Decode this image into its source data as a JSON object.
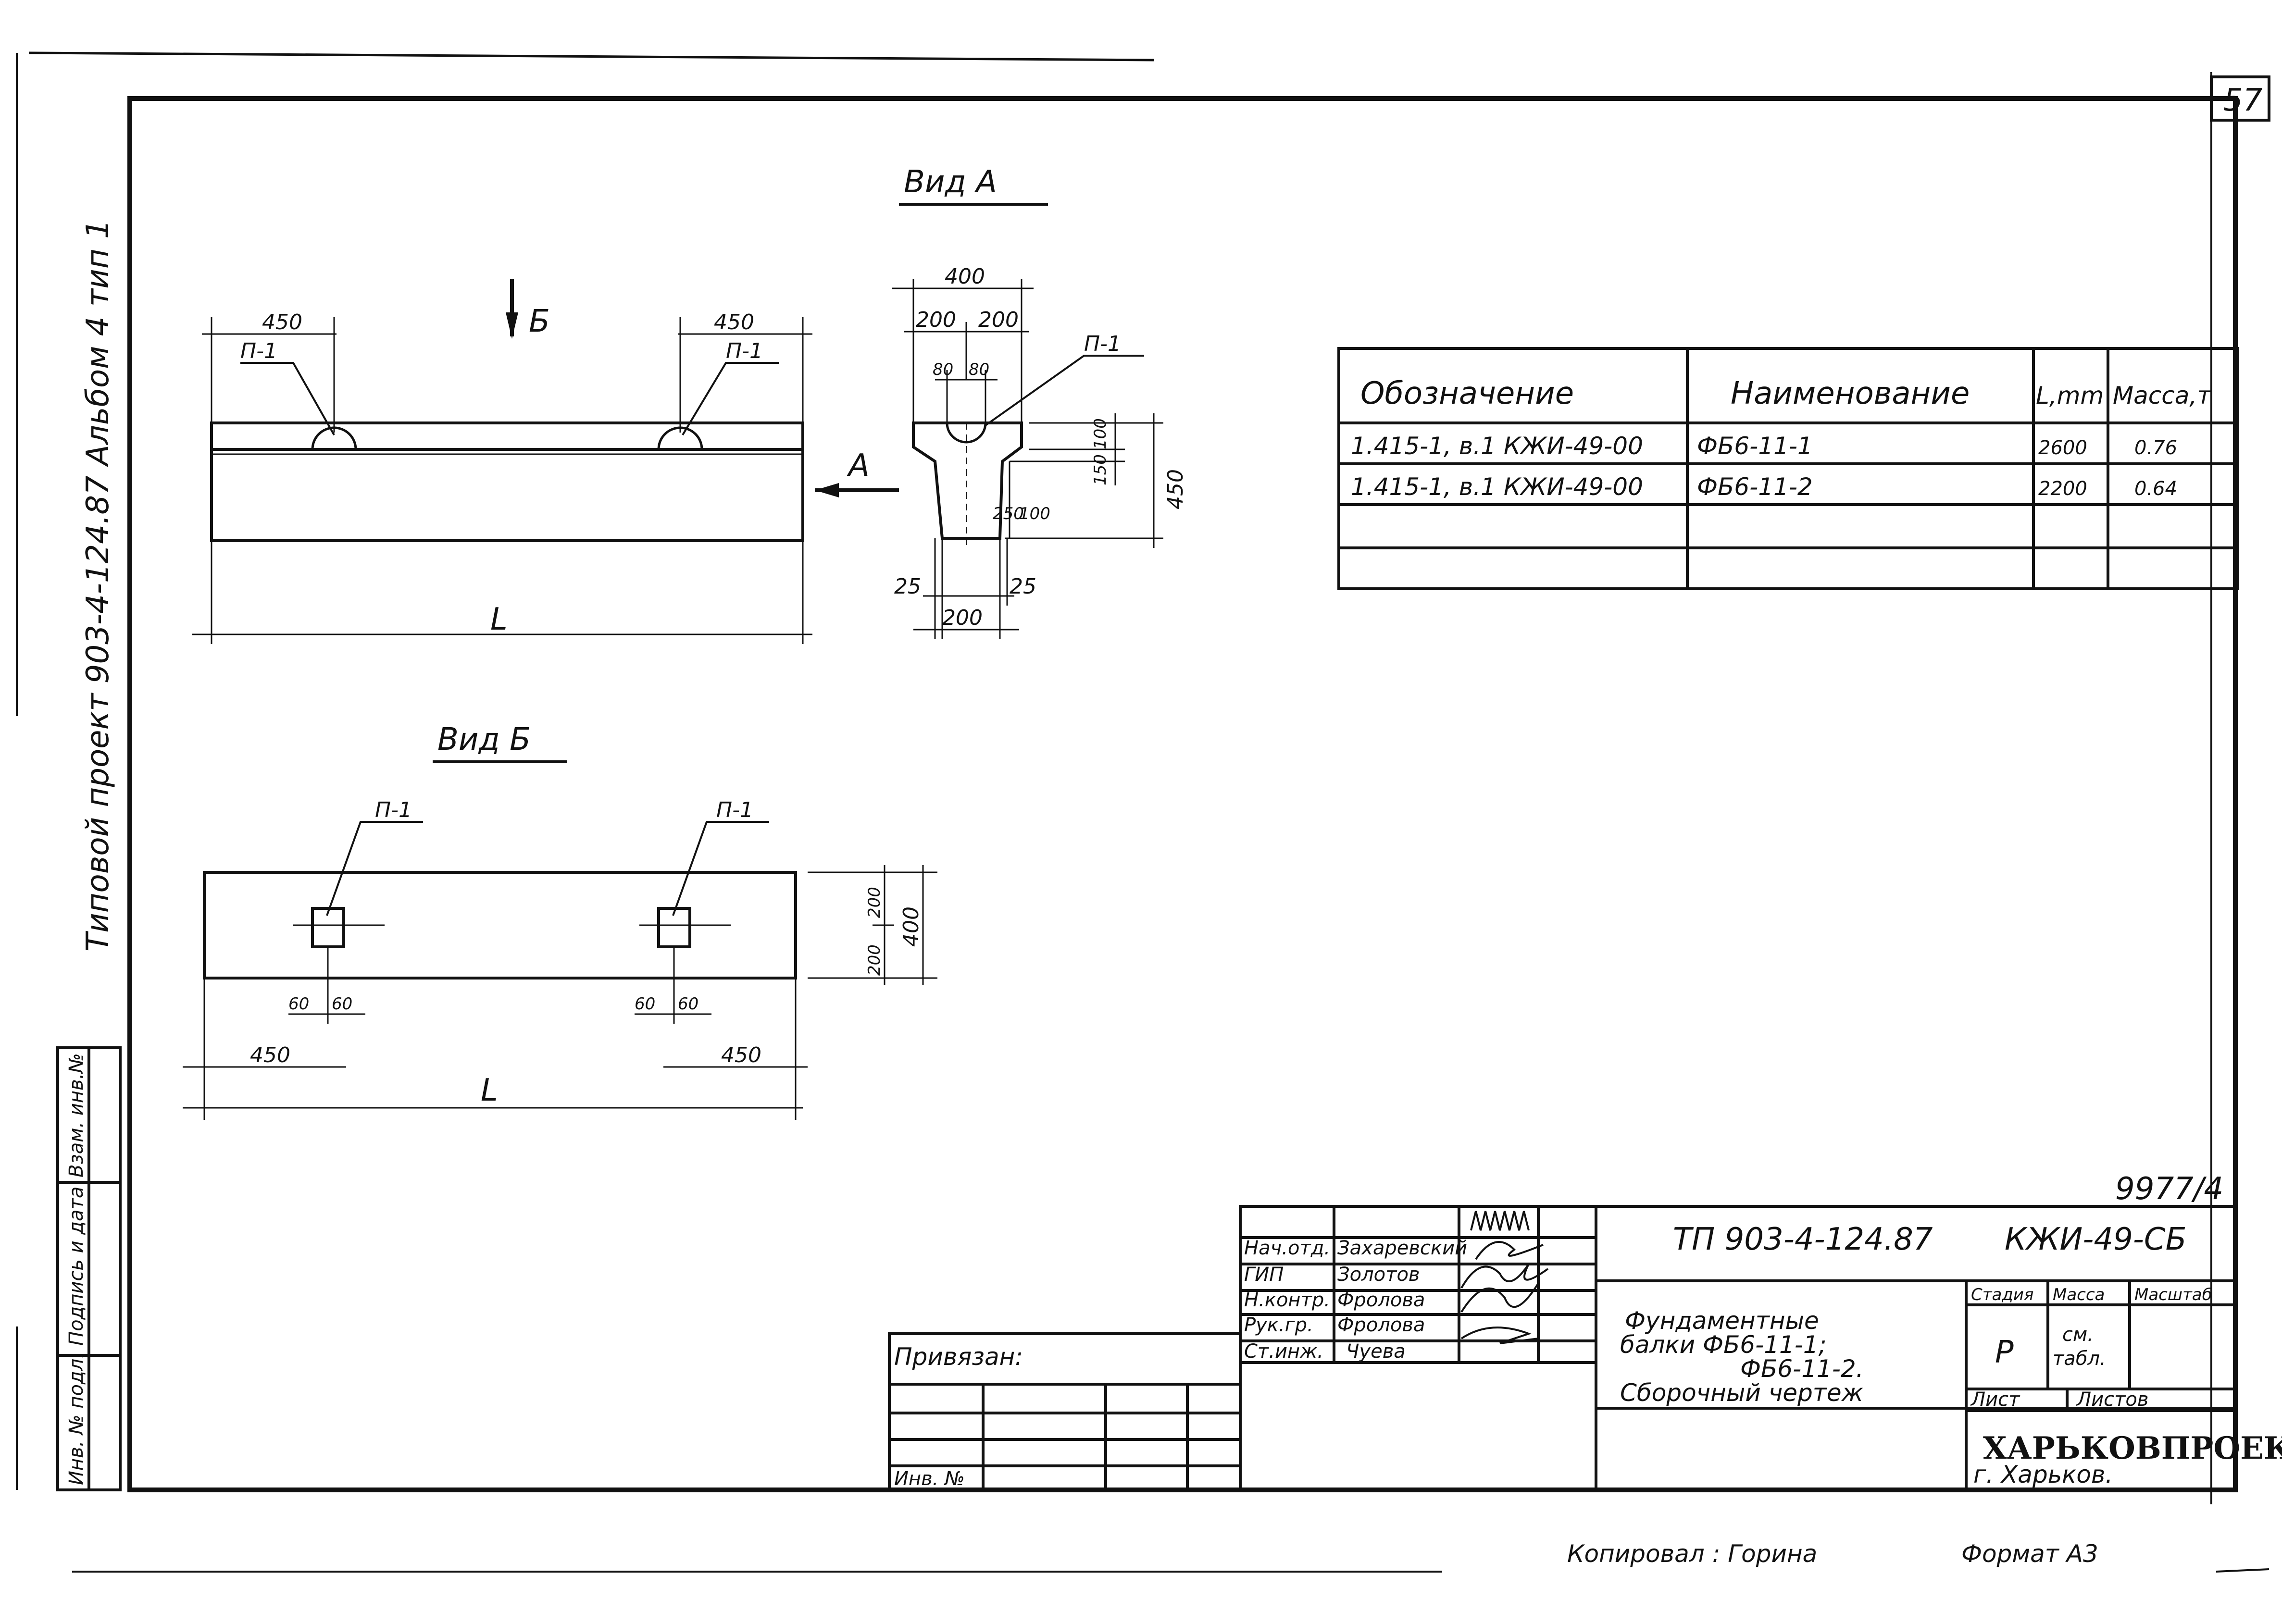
{
  "sheet": {
    "page_number": "57",
    "side_caption": "Типовой проект 903-4-124.87 Альбом 4 тип 1",
    "archive_number": "9977/4",
    "footer_copied": "Копировал : Горина",
    "footer_format": "Формат А3"
  },
  "left_stamp": {
    "cells": [
      "Взам. инв.№",
      "Подпись и дата",
      "Инв. № подл."
    ]
  },
  "views": {
    "view_a_title": "Вид А",
    "view_b_title": "Вид Б",
    "arrow_b": "Б",
    "arrow_a": "А"
  },
  "dimensions": {
    "beam": {
      "end_offset": "450",
      "length": "L",
      "part_mark": "П-1"
    },
    "section": {
      "width_top": "400",
      "half_left": "200",
      "half_right": "200",
      "notch_left": "80",
      "notch_right": "80",
      "height_total": "450",
      "top_thk": "100",
      "ledge": "150",
      "taper": "250",
      "base_h": "100",
      "chamfer_left": "25",
      "chamfer_right": "25",
      "width_bottom": "200"
    },
    "plan": {
      "half_h_top": "200",
      "half_h_bottom": "200",
      "width": "400",
      "loop_left": "60",
      "loop_right": "60"
    }
  },
  "spec_table": {
    "headers": [
      "Обозначение",
      "Наименование",
      "L,mm",
      "Масса,т"
    ],
    "rows": [
      [
        "1.415-1, в.1  КЖИ-49-00",
        "ФБ6-11-1",
        "2600",
        "0.76"
      ],
      [
        "1.415-1, в.1  КЖИ-49-00",
        "ФБ6-11-2",
        "2200",
        "0.64"
      ],
      [
        "",
        "",
        "",
        ""
      ],
      [
        "",
        "",
        "",
        ""
      ]
    ]
  },
  "title_block": {
    "project_code": "ТП 903-4-124.87",
    "drawing_code": "КЖИ-49-СБ",
    "title": [
      "Фундаментные",
      "балки ФБ6-11-1;",
      "ФБ6-11-2.",
      "Сборочный чертеж"
    ],
    "stage_header": "Стадия",
    "mass_header": "Масса",
    "scale_header": "Масштаб",
    "stage_value": "Р",
    "mass_value_1": "см.",
    "mass_value_2": "табл.",
    "sheet_label": "Лист",
    "sheets_label": "Листов",
    "org": "ХАРЬКОВПРОЕКТ",
    "city": "г. Харьков.",
    "attached": "Привязан:",
    "inv_no": "Инв. №",
    "signers": [
      {
        "role": "Нач.отд.",
        "name": "Захаревский"
      },
      {
        "role": "ГИП",
        "name": "Золотов"
      },
      {
        "role": "Н.контр.",
        "name": "Фролова"
      },
      {
        "role": "Рук.гр.",
        "name": "Фролова"
      },
      {
        "role": "Ст.инж.",
        "name": "Чуева"
      }
    ]
  }
}
